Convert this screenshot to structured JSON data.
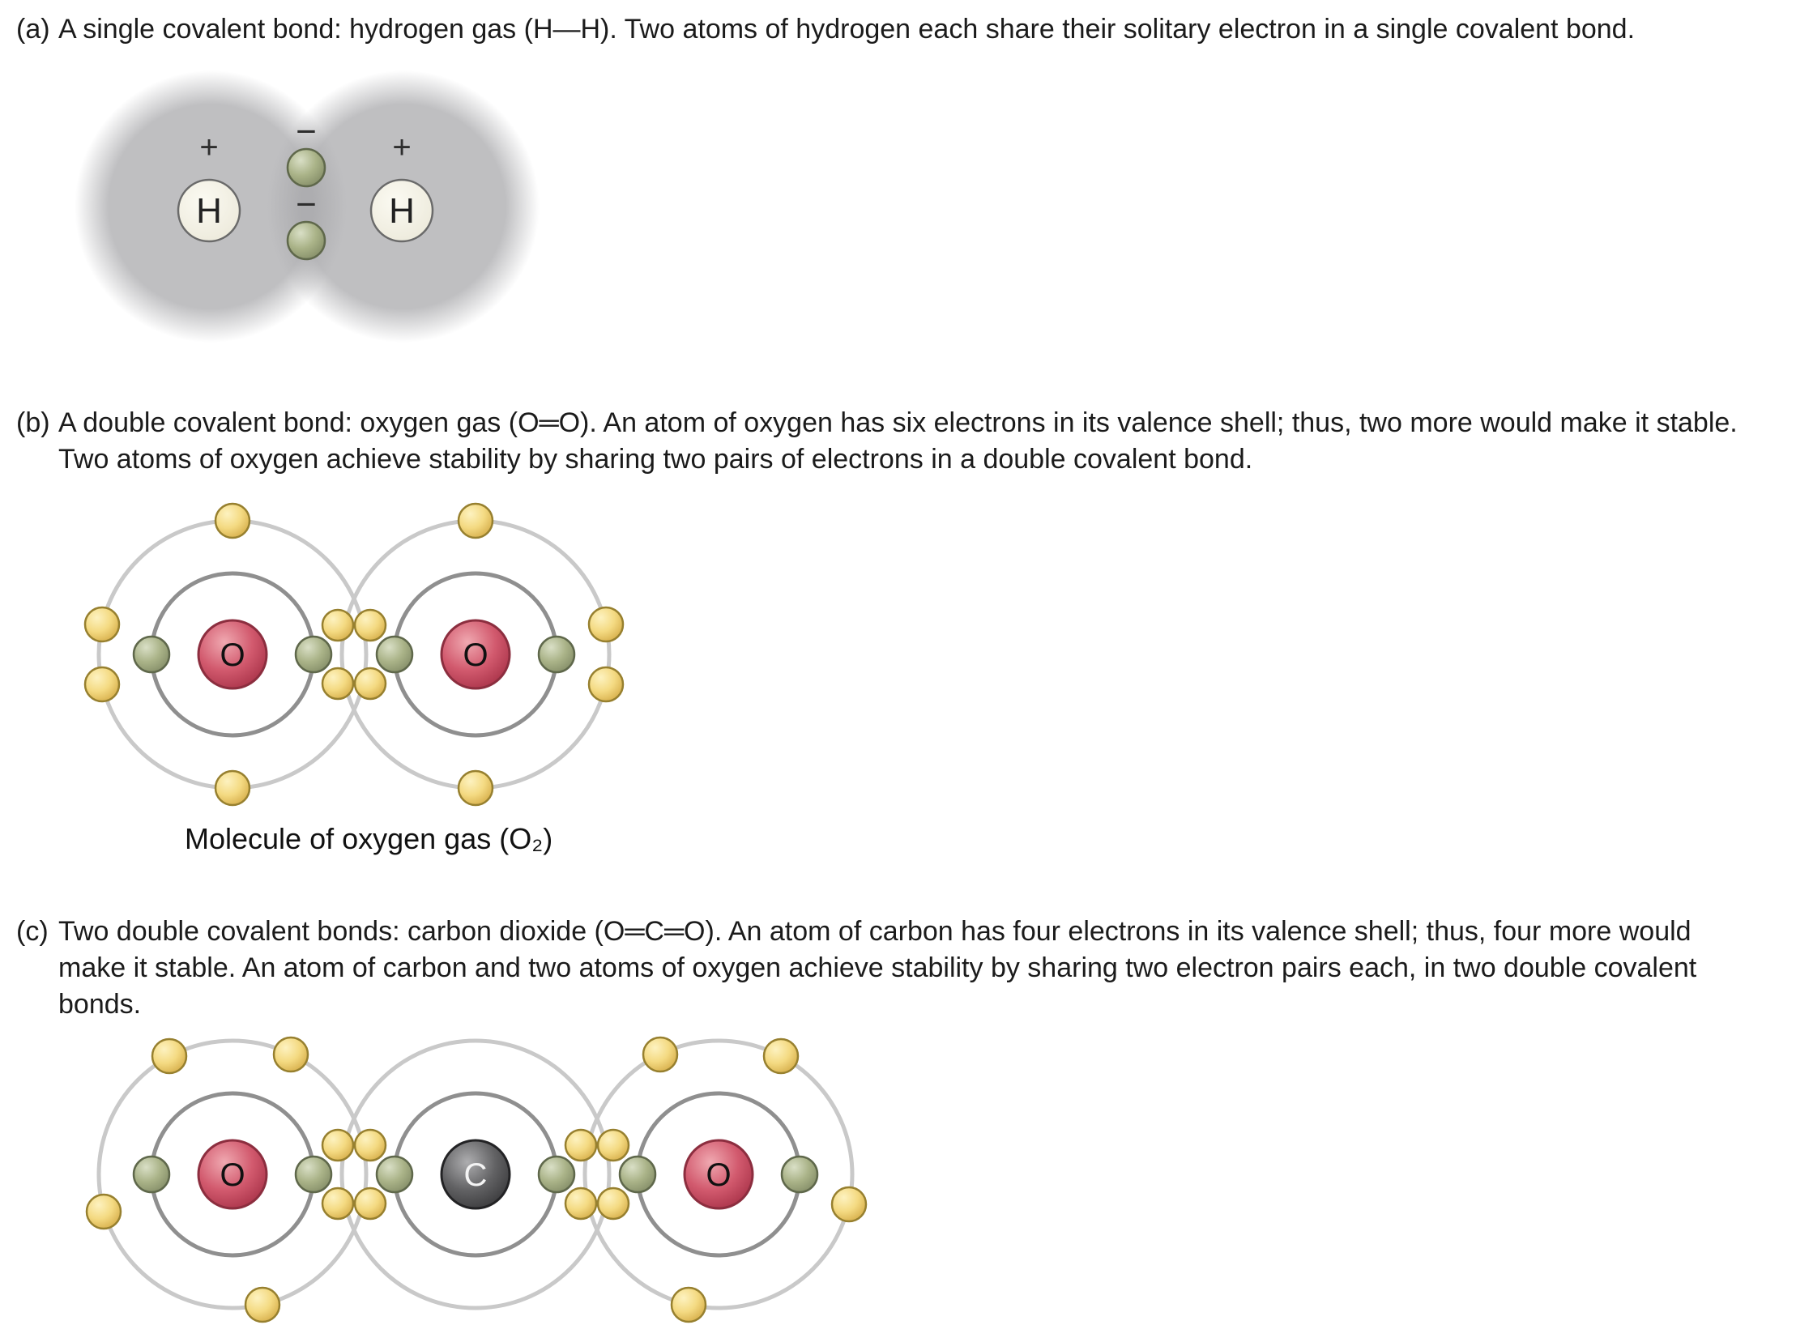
{
  "sections": {
    "a": {
      "label": "(a)",
      "text": "A single covalent bond: hydrogen gas (H—H). Two atoms of hydrogen each share their solitary electron in a single covalent bond.",
      "atom": "H",
      "plus": "+",
      "minus": "−"
    },
    "b": {
      "label": "(b)",
      "text": "A double covalent bond: oxygen gas (O═O). An atom of oxygen has six electrons in its valence shell; thus, two more would make it stable. Two atoms of oxygen achieve stability by sharing two pairs of electrons in a double covalent bond.",
      "atom": "O",
      "caption": "Molecule of oxygen gas (O₂)"
    },
    "c": {
      "label": "(c)",
      "text": "Two double covalent bonds: carbon dioxide (O═C═O). An atom of carbon has four electrons in its valence shell; thus, four more would make it stable. An atom of carbon and two atoms of oxygen achieve stability by sharing two electron pairs each, in two double covalent bonds.",
      "atoms": {
        "oxygen": "O",
        "carbon": "C"
      }
    }
  },
  "colors": {
    "electron_cloud_gray": "#a6a6a9",
    "hydrogen_atom_fill": "#f6f4e8",
    "inner_electron_green": "#aab388",
    "valence_electron_yellow": "#f4da82",
    "oxygen_nucleus_red": "#d25a6e",
    "carbon_nucleus_gray": "#626264",
    "outer_shell_stroke": "#c9c9c9",
    "inner_shell_stroke": "#8f8f8f"
  }
}
